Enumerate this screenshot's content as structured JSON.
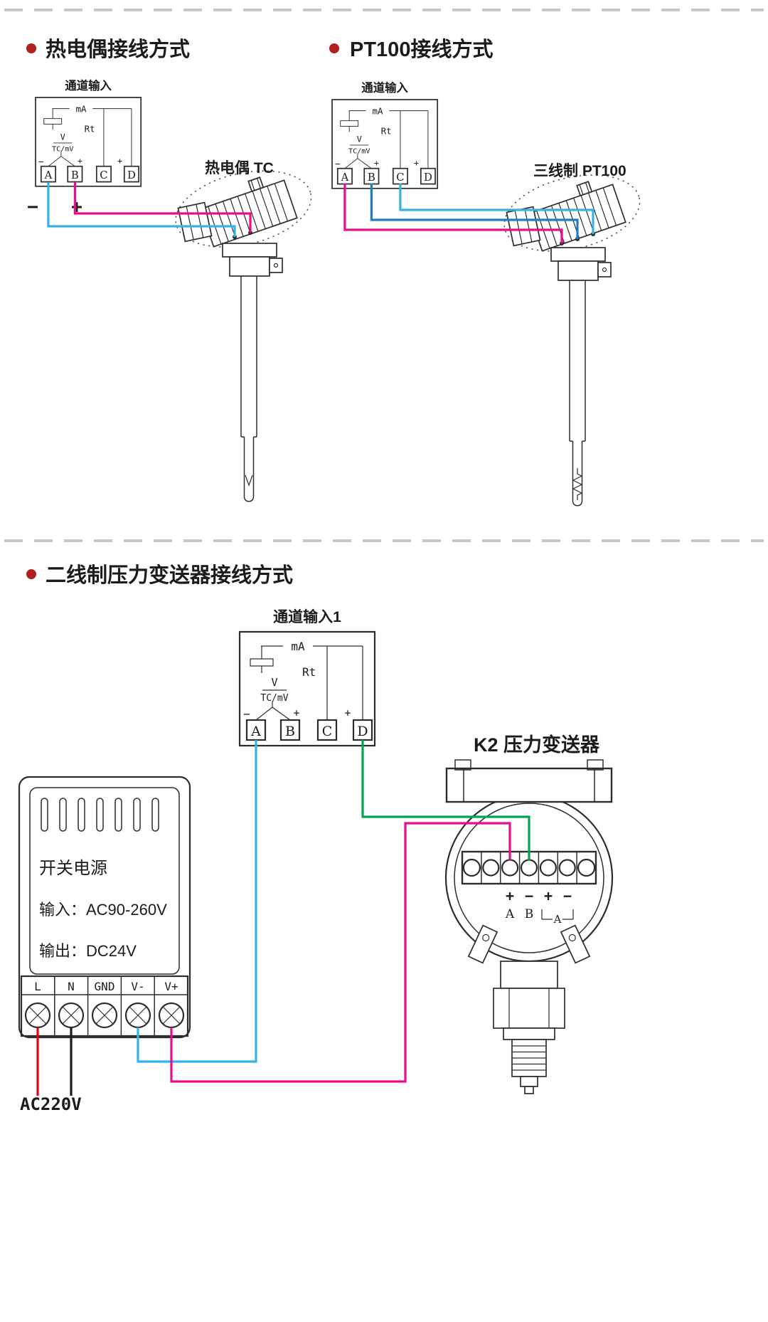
{
  "accent": {
    "bullet": "#b31e1e"
  },
  "wire_colors": {
    "cyan": "#35b4e4",
    "magenta": "#e60e8c",
    "blue": "#1d7ec5",
    "green": "#00a551",
    "red": "#e60014",
    "black": "#1c1c1c"
  },
  "sections": {
    "thermocouple": {
      "title": "热电偶接线方式",
      "channel_title": "通道输入",
      "sensor_label": "热电偶 TC",
      "wire_minus": "−",
      "wire_plus": "+"
    },
    "pt100": {
      "title": "PT100接线方式",
      "channel_title": "通道输入",
      "sensor_label": "三线制 PT100"
    },
    "pressure": {
      "title": "二线制压力变送器接线方式",
      "channel_title": "通道输入1",
      "transmitter_label": "K2 压力变送器",
      "transmitter": {
        "polarity": [
          "+",
          "−",
          "+",
          "−"
        ],
        "letters": [
          "A",
          "B"
        ],
        "ammeter_label": "A"
      }
    }
  },
  "terminal_block": {
    "ma_label": "mA",
    "rt_label": "Rt",
    "v_label": "V",
    "tcmv_label": "TC/mV",
    "minus": "−",
    "plus": "+",
    "terminals": [
      "A",
      "B",
      "C",
      "D"
    ]
  },
  "power_supply": {
    "title": "开关电源",
    "input_line": "输入：AC90-260V",
    "output_line": "输出：DC24V",
    "terminals": [
      "L",
      "N",
      "GND",
      "V-",
      "V+"
    ],
    "mains_label": "AC220V"
  }
}
